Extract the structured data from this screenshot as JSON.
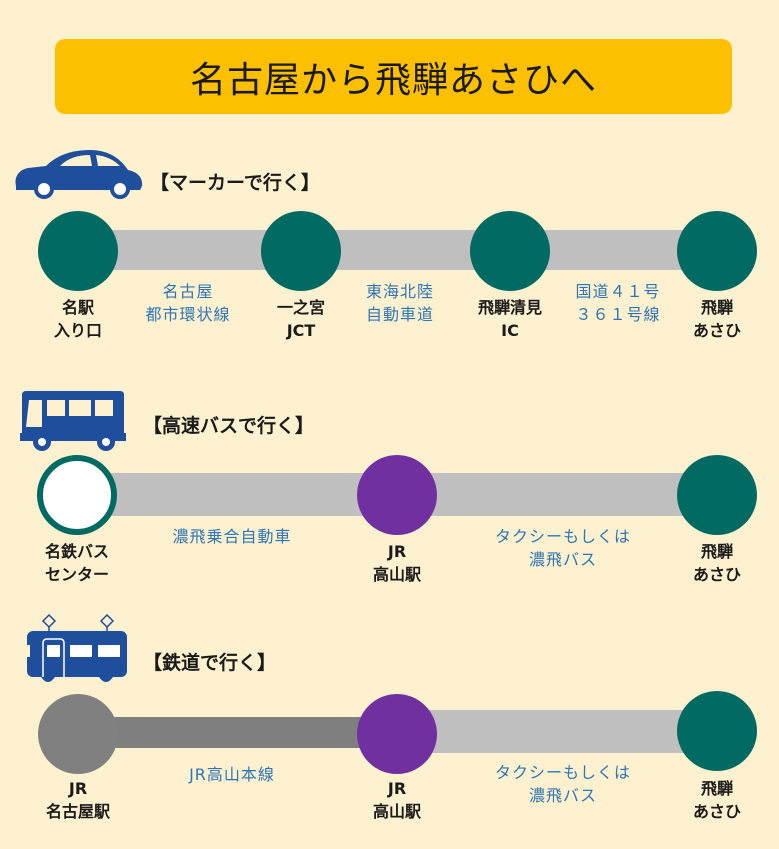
{
  "title": "名古屋から飛騨あさひへ",
  "colors": {
    "background": "#fdf1cf",
    "banner": "#fdc000",
    "node_teal": "#006a63",
    "node_purple": "#7030a0",
    "node_gray": "#808080",
    "bar_light": "#bfbfbf",
    "bar_dark": "#7f7f7f",
    "segment_text": "#2e75b6",
    "icon_blue": "#1f4e9c"
  },
  "routes": [
    {
      "id": "car",
      "icon": "car-icon",
      "label": "【マーカーで行く】",
      "stations": [
        {
          "lines": [
            "名駅",
            "入り口"
          ],
          "type": "teal"
        },
        {
          "lines": [
            "一之宮",
            "JCT"
          ],
          "type": "teal"
        },
        {
          "lines": [
            "飛騨清見",
            "IC"
          ],
          "type": "teal"
        },
        {
          "lines": [
            "飛騨",
            "あさひ"
          ],
          "type": "teal"
        }
      ],
      "segments": [
        {
          "lines": [
            "名古屋",
            "都市環状線"
          ]
        },
        {
          "lines": [
            "東海北陸",
            "自動車道"
          ]
        },
        {
          "lines": [
            "国道４１号",
            "３６１号線"
          ]
        }
      ]
    },
    {
      "id": "bus",
      "icon": "bus-icon",
      "label": "【高速バスで行く】",
      "stations": [
        {
          "lines": [
            "名鉄バス",
            "センター"
          ],
          "type": "hollow"
        },
        {
          "lines": [
            "JR",
            "高山駅"
          ],
          "type": "purple"
        },
        {
          "lines": [
            "飛騨",
            "あさひ"
          ],
          "type": "teal"
        }
      ],
      "segments": [
        {
          "lines": [
            "濃飛乗合自動車"
          ]
        },
        {
          "lines": [
            "タクシーもしくは",
            "濃飛バス"
          ]
        }
      ]
    },
    {
      "id": "train",
      "icon": "train-icon",
      "label": "【鉄道で行く】",
      "stations": [
        {
          "lines": [
            "JR",
            "名古屋駅"
          ],
          "type": "gray"
        },
        {
          "lines": [
            "JR",
            "高山駅"
          ],
          "type": "purple"
        },
        {
          "lines": [
            "飛騨",
            "あさひ"
          ],
          "type": "teal"
        }
      ],
      "segments": [
        {
          "lines": [
            "JR高山本線"
          ]
        },
        {
          "lines": [
            "タクシーもしくは",
            "濃飛バス"
          ]
        }
      ]
    }
  ]
}
